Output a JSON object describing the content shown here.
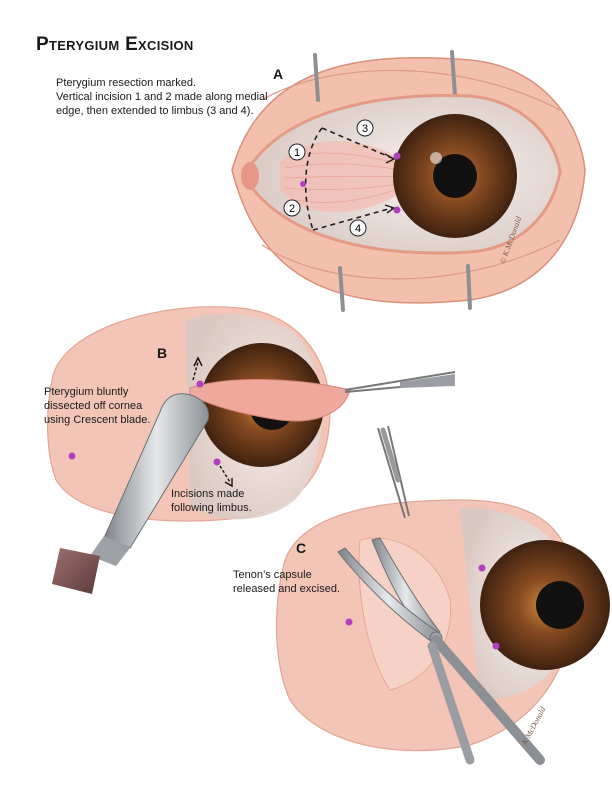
{
  "title": "Pterygium Excision",
  "panels": {
    "a": {
      "label": "A",
      "caption_line1": "Pterygium resection marked.",
      "caption_line2": "Vertical incision 1 and 2 made along medial",
      "caption_line3": "edge, then extended to limbus (3 and 4).",
      "markers": [
        "1",
        "2",
        "3",
        "4"
      ],
      "signature": "© K.McDonald"
    },
    "b": {
      "label": "B",
      "caption_left_line1": "Pterygium bluntly",
      "caption_left_line2": "dissected off cornea",
      "caption_left_line3": "using Crescent blade.",
      "caption_right_line1": "Incisions made",
      "caption_right_line2": "following limbus."
    },
    "c": {
      "label": "C",
      "caption_line1": "Tenon’s capsule",
      "caption_line2": "released and excised.",
      "signature": "K McDonald"
    }
  },
  "colors": {
    "skin": "#f2b8a6",
    "conjunctiva": "#f6cfc4",
    "sclera": "#f3ece8",
    "iris": "#7a4420",
    "pupil": "#111111",
    "marker": "#b040c0",
    "steel": "#b9bcc0"
  }
}
